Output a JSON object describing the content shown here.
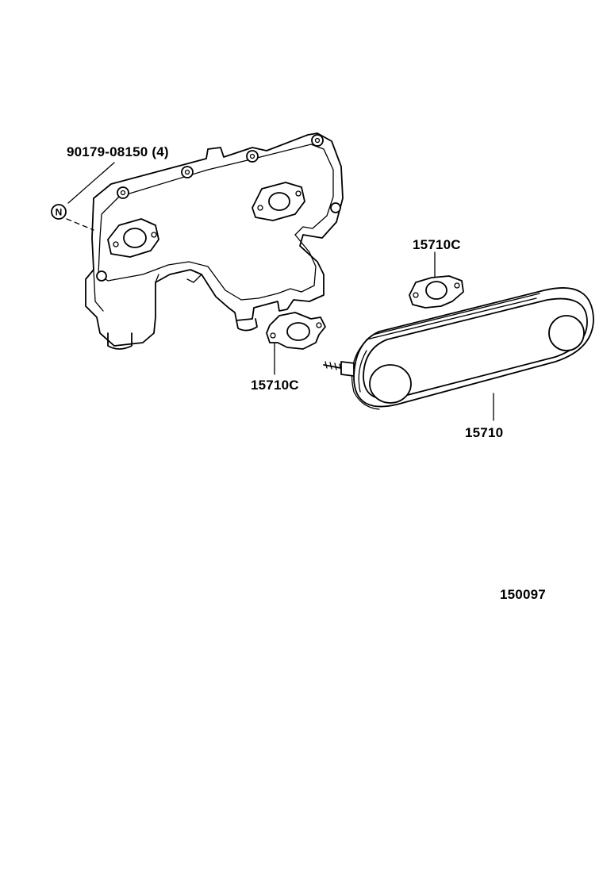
{
  "callouts": {
    "bolt_part": "90179-08150 (4)",
    "gasket_upper": "15710C",
    "gasket_lower": "15710C",
    "cooler_element": "15710",
    "drawing_number": "150097"
  },
  "symbols": {
    "new_part_mark": "N"
  }
}
